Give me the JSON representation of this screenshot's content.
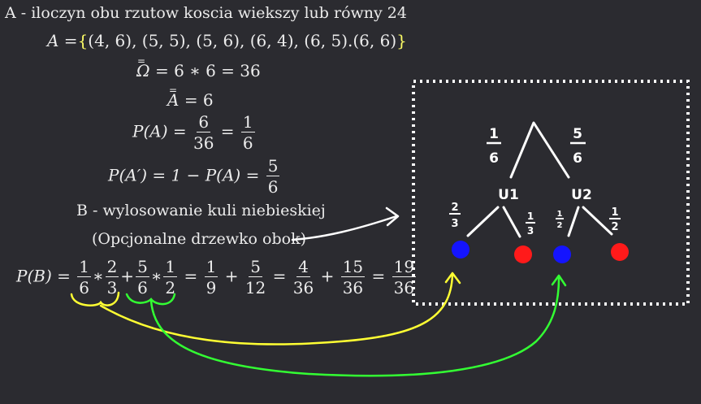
{
  "lines": {
    "event_a_title": "A - iloczyn obu rzutow koscia wiekszy lub równy 24",
    "a_set_lhs": "A =",
    "a_set_rhs": "(4, 6), (5, 5), (5, 6), (6, 4), (6, 5).(6, 6)",
    "omega_eq": "= 6 ∗ 6 = 36",
    "a_card_eq": "= 6",
    "pa_lhs": "P(A) =",
    "pa_f1_num": "6",
    "pa_f1_den": "36",
    "pa_eq2": "=",
    "pa_f2_num": "1",
    "pa_f2_den": "6",
    "pa_comp_lhs": "P(A′) = 1 − P(A) =",
    "pa_comp_num": "5",
    "pa_comp_den": "6",
    "event_b_title": "B - wylosowanie kuli niebieskiej",
    "tree_note": "(Opcjonalne drzewko obok)",
    "pb_lhs": "P(B) =",
    "pb_terms": [
      {
        "num": "1",
        "den": "6"
      },
      {
        "num": "2",
        "den": "3"
      },
      {
        "num": "5",
        "den": "6"
      },
      {
        "num": "1",
        "den": "2"
      },
      {
        "num": "1",
        "den": "9"
      },
      {
        "num": "5",
        "den": "12"
      },
      {
        "num": "4",
        "den": "36"
      },
      {
        "num": "15",
        "den": "36"
      },
      {
        "num": "19",
        "den": "36"
      }
    ],
    "op_times": "∗",
    "op_plus": "+",
    "op_eq": "="
  },
  "tree": {
    "left_prob_num": "1",
    "left_prob_den": "6",
    "right_prob_num": "5",
    "right_prob_den": "6",
    "urn1": "U1",
    "urn2": "U2",
    "u1_left_num": "2",
    "u1_left_den": "3",
    "u1_right_num": "1",
    "u1_right_den": "3",
    "u2_left_num": "1",
    "u2_left_den": "2",
    "u2_right_num": "1",
    "u2_right_den": "2"
  },
  "colors": {
    "background": "#2b2b30",
    "blue_ball": "#1414ff",
    "red_ball": "#ff1a1a",
    "yellow_arrow": "#ffff33",
    "green_arrow": "#33ff33"
  }
}
